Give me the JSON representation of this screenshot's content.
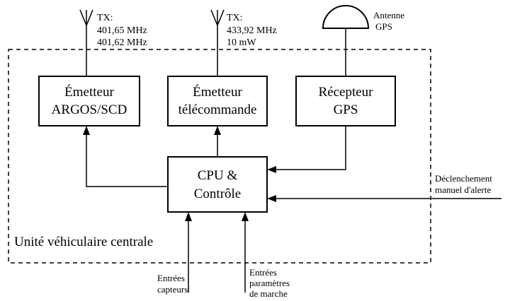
{
  "antennas": {
    "tx1": {
      "line1": "TX:",
      "line2": "401,65 MHz",
      "line3": "401,62 MHz"
    },
    "tx2": {
      "line1": "TX:",
      "line2": "433,92 MHz",
      "line3": "10 mW"
    },
    "gps": {
      "line1": "Antenne",
      "line2": "GPS"
    }
  },
  "blocks": {
    "argos": {
      "line1": "Émetteur",
      "line2": "ARGOS/SCD"
    },
    "telecommande": {
      "line1": "Émetteur",
      "line2": "télécommande"
    },
    "gps": {
      "line1": "Récepteur",
      "line2": "GPS"
    },
    "cpu": {
      "line1": "CPU &",
      "line2": "Contrôle"
    }
  },
  "enclosure_label": "Unité véhiculaire centrale",
  "inputs": {
    "alert": {
      "line1": "Déclenchement",
      "line2": "manuel d'alerte"
    },
    "sensors": {
      "line1": "Entrées",
      "line2": "capteurs"
    },
    "params": {
      "line1": "Entrées",
      "line2": "paramètres",
      "line3": "de marche"
    }
  }
}
